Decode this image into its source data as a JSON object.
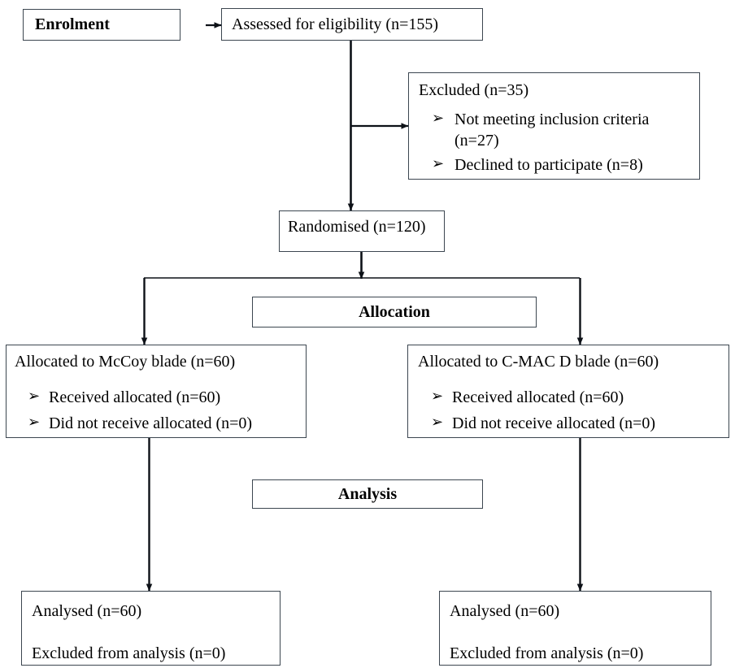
{
  "diagram": {
    "type": "consort-flow-diagram",
    "bullet_glyph": "➢",
    "border_color": "#3c4650",
    "text_color": "#000000",
    "background": "#ffffff"
  },
  "nodes": {
    "enrolment": {
      "label": "Enrolment"
    },
    "assessed": {
      "label": "Assessed for eligibility (n=155)"
    },
    "excluded": {
      "heading": "Excluded (n=35)",
      "items": [
        "Not meeting inclusion criteria (n=27)",
        "Declined to participate (n=8)"
      ]
    },
    "randomised": {
      "label": "Randomised (n=120)"
    },
    "allocation_header": {
      "label": "Allocation"
    },
    "analysis_header": {
      "label": "Analysis"
    },
    "allocated_left": {
      "heading": "Allocated to McCoy blade (n=60)",
      "items": [
        "Received allocated (n=60)",
        "Did not receive allocated (n=0)"
      ]
    },
    "allocated_right": {
      "heading": "Allocated to C-MAC D blade (n=60)",
      "items": [
        "Received allocated (n=60)",
        "Did not receive allocated (n=0)"
      ]
    },
    "analysed_left": {
      "line1": "Analysed (n=60)",
      "line2": "Excluded from analysis (n=0)"
    },
    "analysed_right": {
      "line1": "Analysed (n=60)",
      "line2": "Excluded from analysis (n=0)"
    }
  },
  "chart_data": {
    "type": "diagram",
    "title": "CONSORT participant flow",
    "counts": {
      "assessed_for_eligibility": 155,
      "excluded_total": 35,
      "excluded_not_meeting_inclusion_criteria": 27,
      "excluded_declined_to_participate": 8,
      "randomised": 120,
      "allocated_mccoy_blade": 60,
      "mccoy_received_allocated": 60,
      "mccoy_did_not_receive_allocated": 0,
      "allocated_cmac_d_blade": 60,
      "cmac_received_allocated": 60,
      "cmac_did_not_receive_allocated": 0,
      "analysed_mccoy": 60,
      "excluded_from_analysis_mccoy": 0,
      "analysed_cmac": 60,
      "excluded_from_analysis_cmac": 0
    }
  }
}
